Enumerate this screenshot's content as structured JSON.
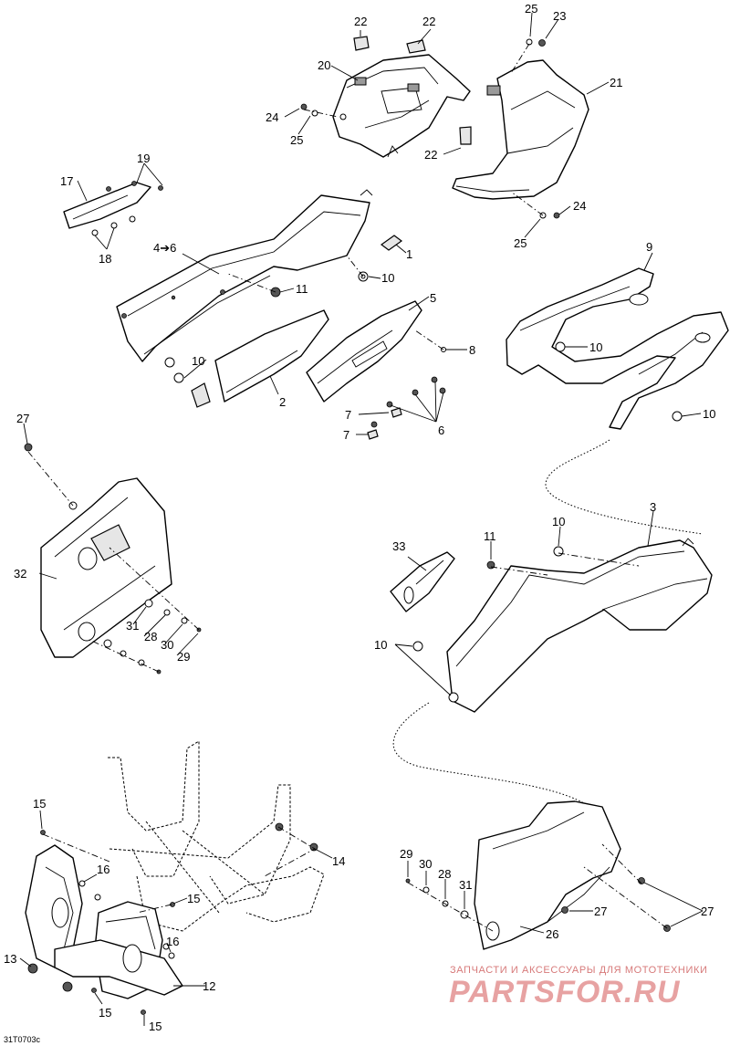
{
  "diagram": {
    "reference_code": "31T0703c",
    "callouts": {
      "c1": "1",
      "c2": "2",
      "c3": "3",
      "c4to6": "4➔6",
      "c5": "5",
      "c6": "6",
      "c7a": "7",
      "c7b": "7",
      "c8": "8",
      "c9": "9",
      "c10a": "10",
      "c10b": "10",
      "c10c": "10",
      "c10d": "10",
      "c10e": "10",
      "c10f": "10",
      "c11a": "11",
      "c11b": "11",
      "c12": "12",
      "c13": "13",
      "c14": "14",
      "c15a": "15",
      "c15b": "15",
      "c15c": "15",
      "c15d": "15",
      "c16a": "16",
      "c16b": "16",
      "c17": "17",
      "c18": "18",
      "c19": "19",
      "c20": "20",
      "c21": "21",
      "c22a": "22",
      "c22b": "22",
      "c22c": "22",
      "c23": "23",
      "c24a": "24",
      "c24b": "24",
      "c25a": "25",
      "c25b": "25",
      "c25c": "25",
      "c26": "26",
      "c27a": "27",
      "c27b": "27",
      "c27c": "27",
      "c28a": "28",
      "c28b": "28",
      "c29a": "29",
      "c29b": "29",
      "c30a": "30",
      "c30b": "30",
      "c31a": "31",
      "c31b": "31",
      "c32": "32",
      "c33": "33"
    }
  },
  "watermark": {
    "tagline": "ЗАПЧАСТИ И АКСЕССУАРЫ ДЛЯ МОТОТЕХНИКИ",
    "logo": "PARTSFOR.RU",
    "color": "#e7a2a2"
  }
}
